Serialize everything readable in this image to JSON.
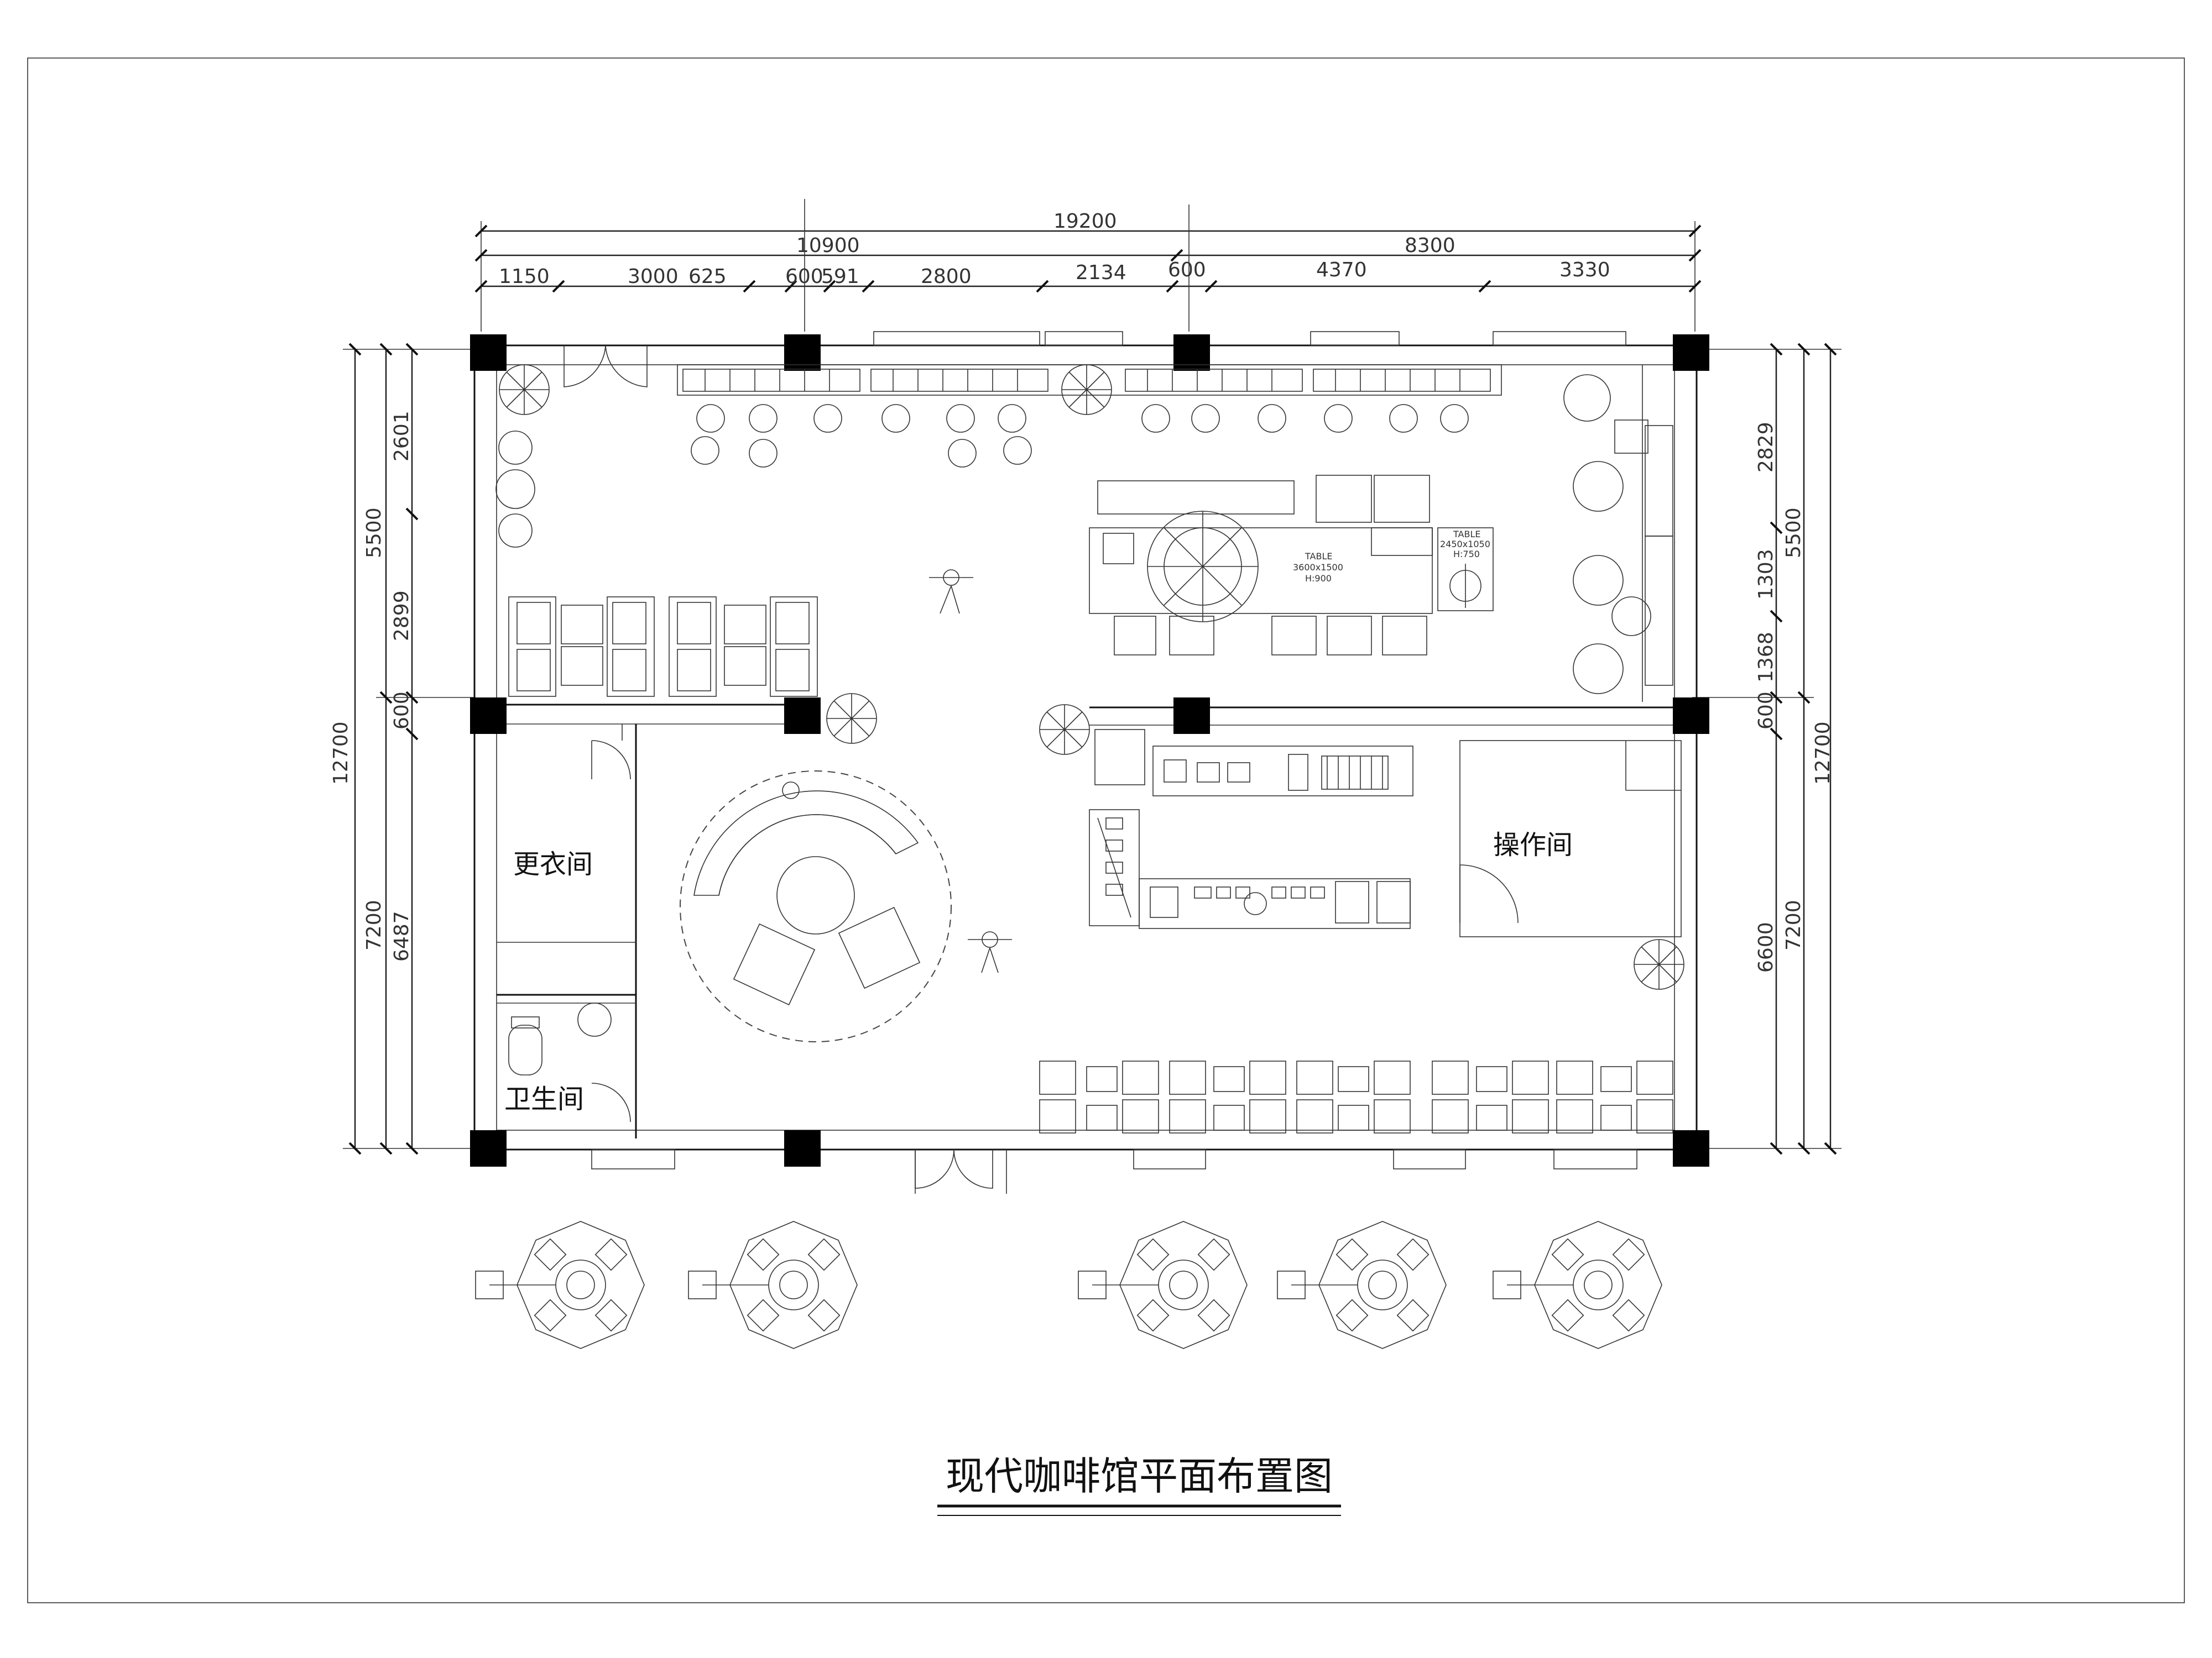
{
  "title": "现代咖啡馆平面布置图",
  "rooms": {
    "changing_room": "更衣间",
    "restroom": "卫生间",
    "operation_room": "操作间"
  },
  "tables": {
    "big_table": {
      "name": "TABLE",
      "size": "3600x1500",
      "height": "H:900"
    },
    "small_table": {
      "name": "TABLE",
      "size": "2450x1050",
      "height": "H:750"
    }
  },
  "dimensions": {
    "top_total": "19200",
    "top_left": "10900",
    "top_right": "8300",
    "top_segments": [
      "1150",
      "3000",
      "625",
      "600",
      "591",
      "2800",
      "2134",
      "600",
      "4370",
      "3330"
    ],
    "left_total": "12700",
    "left_upper": "5500",
    "left_lower": "7200",
    "left_segments": [
      "2601",
      "2899",
      "600",
      "6487"
    ],
    "right_total": "12700",
    "right_upper": "5500",
    "right_lower": "7200",
    "right_segments": [
      "2829",
      "1303",
      "1368",
      "600",
      "6600"
    ]
  }
}
